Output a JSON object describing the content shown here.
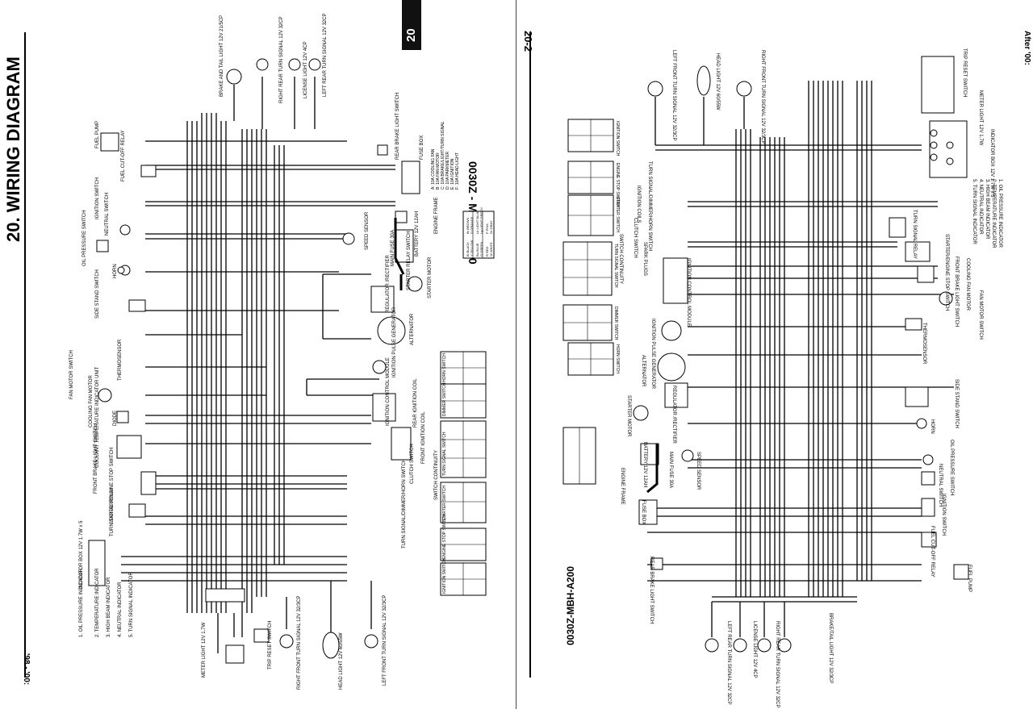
{
  "left_page": {
    "title": "20. WIRING DIAGRAM",
    "chapter_tab": "20",
    "diagram_code": "0030Z - MBH - 6700",
    "year_range": "'98 - '00:",
    "components": [
      {
        "label": "BRAKE AND TAIL LIGHT 12V 21/5CP"
      },
      {
        "label": "RIGHT REAR TURN SIGNAL 12V 32CP"
      },
      {
        "label": "LICENSE LIGHT 12V 4CP"
      },
      {
        "label": "LEFT REAR TURN SIGNAL 12V 32CP"
      },
      {
        "label": "FUEL PUMP"
      },
      {
        "label": "FUEL CUT-OFF RELAY"
      },
      {
        "label": "IGNITION SWITCH"
      },
      {
        "label": "NEUTRAL SWITCH"
      },
      {
        "label": "OIL PRESSURE SWITCH"
      },
      {
        "label": "HORN"
      },
      {
        "label": "SIDE STAND SWITCH"
      },
      {
        "label": "THERMOSENSOR"
      },
      {
        "label": "FAN MOTOR SWITCH"
      },
      {
        "label": "COOLING FAN MOTOR"
      },
      {
        "label": "COOLANT TEMPERATURE INDICATOR UNIT"
      },
      {
        "label": "DIODE"
      },
      {
        "label": "FRONT BRAKE LIGHT SWITCH"
      },
      {
        "label": "STARTER/ENGINE STOP SWITCH"
      },
      {
        "label": "TURN SIGNAL RELAY"
      },
      {
        "label": "INDICATOR BOX 12V 1.7W x 5"
      },
      {
        "label": "METER LIGHT 12V 1.7W"
      },
      {
        "label": "TRIP RESET SWITCH"
      },
      {
        "label": "RIGHT FRONT TURN SIGNAL 12V 32/3CP"
      },
      {
        "label": "HEAD LIGHT 12V 60/55W"
      },
      {
        "label": "LEFT FRONT TURN SIGNAL 12V 32/3CP"
      },
      {
        "label": "TURN SIGNAL/DIMMER/HORN SWITCH"
      },
      {
        "label": "CLUTCH SWITCH"
      },
      {
        "label": "FRONT IGNITION COIL"
      },
      {
        "label": "REAR IGNITION COIL"
      },
      {
        "label": "IGNITION CONTROL MODULE"
      },
      {
        "label": "IGNITION PULSE GENERATOR"
      },
      {
        "label": "ALTERNATOR"
      },
      {
        "label": "REGULATOR /RECTIFIER"
      },
      {
        "label": "STARTER MOTOR"
      },
      {
        "label": "STARTER RELAY SWITCH"
      },
      {
        "label": "MAIN FUSE 30A"
      },
      {
        "label": "BATTERY 12V 12AH"
      },
      {
        "label": "SPEED SENSOR"
      },
      {
        "label": "ENGINE FRAME"
      },
      {
        "label": "FUSE BOX"
      },
      {
        "label": "REAR BRAKE LIGHT SWITCH"
      }
    ],
    "fuse_list": [
      "A: 10A COOLING FAN",
      "B: 10A FAN MOTOR",
      "C: 10A BRAKE/LIGHT/TURN SIGNAL",
      "D: 10A PARKMETER",
      "E: 10A IGNITION",
      "F: 10A HEAD LIGHT"
    ],
    "indicator_legend": [
      "1. OIL PRESSURE INDICATOR",
      "2. TEMPERATURE INDICATOR",
      "3. HIGH BEAM INDICATOR",
      "4. NEUTRAL INDICATOR",
      "5. TURN SIGNAL INDICATOR"
    ],
    "switch_continuity_title": "SWITCH CONTINUITY",
    "switch_tables": [
      "HORN SWITCH",
      "DIMMER SWITCH",
      "TURN SIGNAL SWITCH",
      "STARTER SWITCH",
      "ENGINE STOP SWITCH",
      "IGNITION SWITCH"
    ],
    "color_codes": [
      "Bl BLACK",
      "Y YELLOW",
      "Bu BLUE",
      "G GREEN",
      "R RED",
      "W WHITE",
      "Br BROWN",
      "O ORANGE",
      "Lb LIGHT BLUE",
      "Lg LIGHT GREEN",
      "P PINK",
      "Gr GRAY"
    ]
  },
  "right_page": {
    "page_number": "20-2",
    "header_note": "After '00:",
    "diagram_code": "0030Z-MBH-A200",
    "components": [
      {
        "label": "LEFT FRONT TURN SIGNAL 12V 32/3CP"
      },
      {
        "label": "HEAD LIGHT 12V 60/55W"
      },
      {
        "label": "RIGHT FRONT TURN SIGNAL 12V 32/3CP"
      },
      {
        "label": "TRIP RESET SWITCH"
      },
      {
        "label": "METER LIGHT 12V 1.7W"
      },
      {
        "label": "INDICATOR BOX 12V 1.7W x 5"
      },
      {
        "label": "TURN SIGNAL RELAY"
      },
      {
        "label": "STARTER/ENGINE STOP SWITCH"
      },
      {
        "label": "FRONT BRAKE LIGHT SWITCH"
      },
      {
        "label": "COOLING FAN MOTOR"
      },
      {
        "label": "FAN MOTOR SWITCH"
      },
      {
        "label": "THERMOSENSOR"
      },
      {
        "label": "SIDE STAND SWITCH"
      },
      {
        "label": "HORN"
      },
      {
        "label": "OIL PRESSURE SWITCH"
      },
      {
        "label": "NEUTRAL SWITCH"
      },
      {
        "label": "IGNITION SWITCH"
      },
      {
        "label": "FUEL CUT-OFF RELAY"
      },
      {
        "label": "FUEL PUMP"
      },
      {
        "label": "BRAKE/TAIL LIGHT 12V 32/3CP"
      },
      {
        "label": "RIGHT REAR TURN SIGNAL 12V 32CP"
      },
      {
        "label": "LICENSE LIGHT 12V 4CP"
      },
      {
        "label": "LEFT REAR TURN SIGNAL 12V 32CP"
      },
      {
        "label": "REAR BRAKE LIGHT SWITCH"
      },
      {
        "label": "FUSE BOX"
      },
      {
        "label": "ENGINE FRAME"
      },
      {
        "label": "BATTERY 12V 12AH"
      },
      {
        "label": "MAIN FUSE 30A"
      },
      {
        "label": "SPEED SENSOR"
      },
      {
        "label": "STARTER MOTOR"
      },
      {
        "label": "REGULATOR /RECTIFIER"
      },
      {
        "label": "ALTERNATOR"
      },
      {
        "label": "IGNITION PULSE GENERATOR"
      },
      {
        "label": "IGNITION CONTROL MODULE"
      },
      {
        "label": "SPARK PLUGS"
      },
      {
        "label": "IGNITION COILS"
      },
      {
        "label": "TURN SIGNAL/DIMMER/HORN SWITCH"
      },
      {
        "label": "CLUTCH SWITCH"
      }
    ],
    "indicator_legend": [
      "1. OIL PRESSURE INDICATOR",
      "2. TEMPERATURE INDICATOR",
      "3. HIGH BEAM INDICATOR",
      "4. NEUTRAL INDICATOR",
      "5. TURN SIGNAL INDICATOR"
    ],
    "switch_continuity_title": "SWITCH CONTINUITY",
    "switch_tables": [
      "IGNITION SWITCH",
      "ENGINE STOP SWITCH",
      "STARTER SWITCH",
      "TURN SIGNAL SWITCH",
      "DIMMER SWITCH",
      "HORN SWITCH"
    ]
  }
}
